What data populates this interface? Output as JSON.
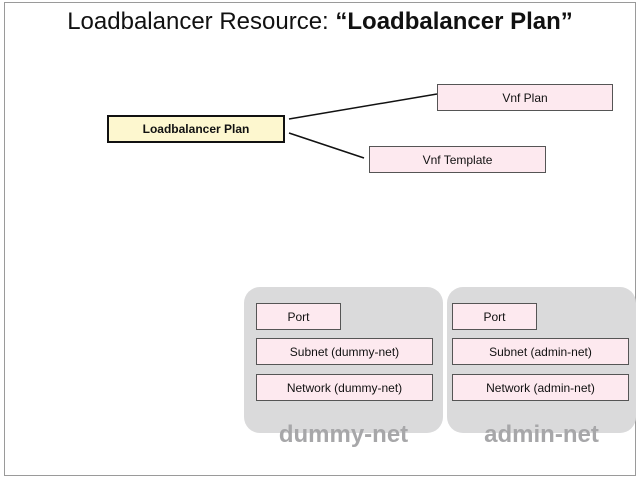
{
  "title": {
    "prefix": "Loadbalancer Resource: ",
    "name": "“Loadbalancer Plan”"
  },
  "nodes": {
    "loadbalancer_plan": "Loadbalancer Plan",
    "vnf_plan": "Vnf Plan",
    "vnf_template": "Vnf Template"
  },
  "groups": [
    {
      "label": "dummy-net",
      "items": [
        "Port",
        "Subnet (dummy-net)",
        "Network (dummy-net)"
      ]
    },
    {
      "label": "admin-net",
      "items": [
        "Port",
        "Subnet (admin-net)",
        "Network (admin-net)"
      ]
    }
  ],
  "colors": {
    "node_fill": "#fde9ef",
    "main_node_fill": "#fdf7cf",
    "group_fill": "#dadadb",
    "group_label": "#a7a7a9"
  }
}
